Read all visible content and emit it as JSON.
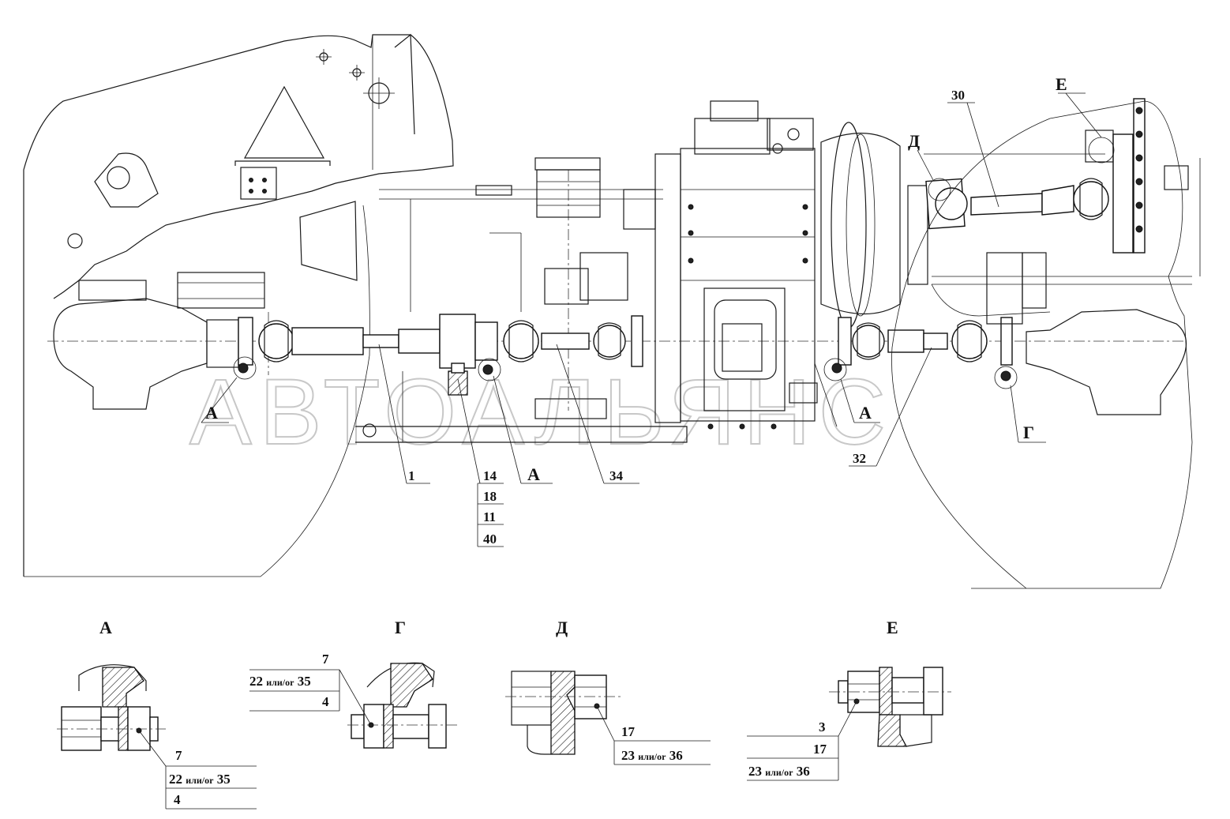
{
  "watermark": "АВТОАЛЬЯНС",
  "main_view": {
    "callouts": {
      "c1": "1",
      "c34": "34",
      "c32": "32",
      "c30": "30",
      "stack": [
        "14",
        "18",
        "11",
        "40"
      ],
      "A_left": "А",
      "A_mid": "А",
      "A_right": "А",
      "G": "Г",
      "D": "Д",
      "E": "Е"
    }
  },
  "details": {
    "A": {
      "title": "А",
      "l1": "7",
      "l2_num": "22",
      "l2_word": "или/or",
      "l2_num2": "35",
      "l3": "4"
    },
    "G": {
      "title": "Г",
      "l1": "7",
      "l2_num": "22",
      "l2_word": "или/or",
      "l2_num2": "35",
      "l3": "4"
    },
    "D": {
      "title": "Д",
      "l1": "17",
      "l2_num": "23",
      "l2_word": "или/or",
      "l2_num2": "36"
    },
    "E": {
      "title": "Е",
      "l1": "3",
      "l2": "17",
      "l3_num": "23",
      "l3_word": "или/or",
      "l3_num2": "36"
    }
  }
}
